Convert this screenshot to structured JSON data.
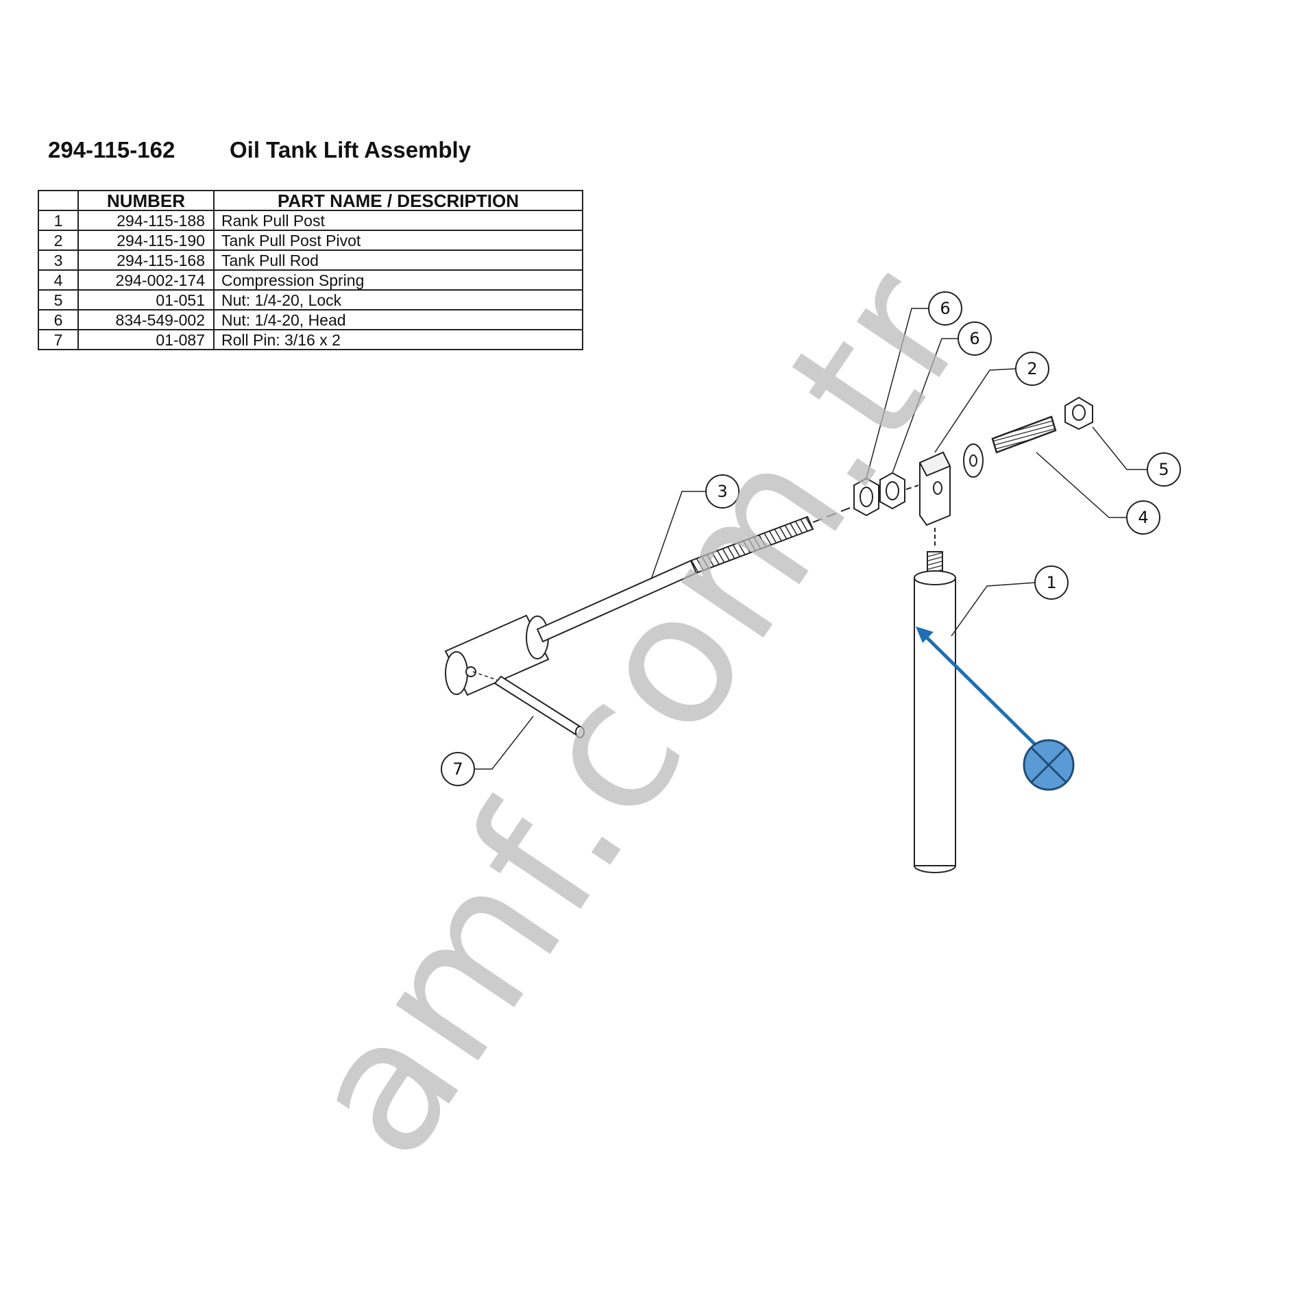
{
  "header": {
    "assembly_number": "294-115-162",
    "assembly_name": "Oil Tank Lift Assembly"
  },
  "parts_table": {
    "columns": [
      "",
      "NUMBER",
      "PART NAME / DESCRIPTION"
    ],
    "rows": [
      {
        "index": "1",
        "number": "294-115-188",
        "description": "Rank Pull Post"
      },
      {
        "index": "2",
        "number": "294-115-190",
        "description": "Tank Pull Post Pivot"
      },
      {
        "index": "3",
        "number": "294-115-168",
        "description": "Tank Pull Rod"
      },
      {
        "index": "4",
        "number": "294-002-174",
        "description": "Compression Spring"
      },
      {
        "index": "5",
        "number": "01-051",
        "description": "Nut: 1/4-20, Lock"
      },
      {
        "index": "6",
        "number": "834-549-002",
        "description": "Nut: 1/4-20, Head"
      },
      {
        "index": "7",
        "number": "01-087",
        "description": "Roll Pin: 3/16 x 2"
      }
    ]
  },
  "callouts": {
    "c1": "1",
    "c2": "2",
    "c3": "3",
    "c4": "4",
    "c5": "5",
    "c6a": "6",
    "c6b": "6",
    "c7": "7"
  },
  "marker": {
    "color": "#5b9bd5",
    "arrow_color": "#1f6fb4"
  },
  "watermark": {
    "text": "amf.com.tr",
    "color": "#b9b9b9"
  }
}
